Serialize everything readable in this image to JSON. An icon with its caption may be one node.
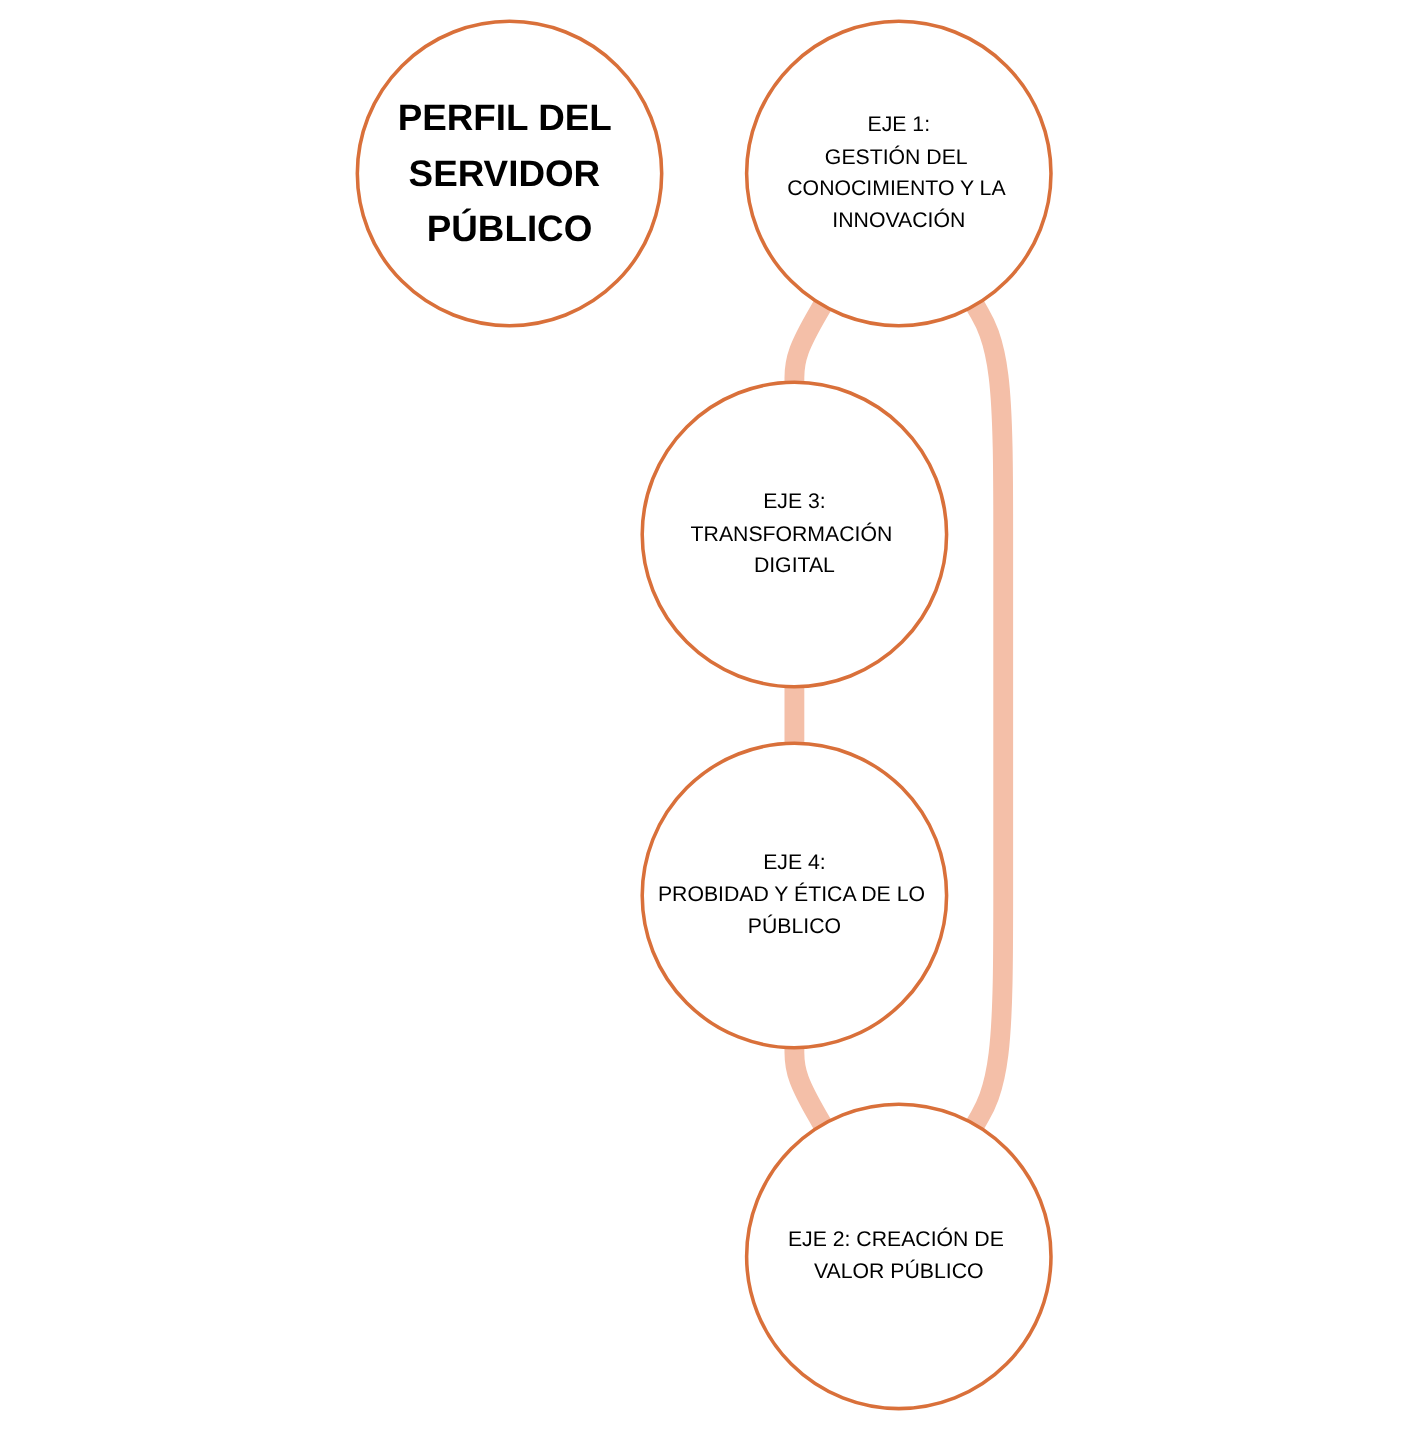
{
  "diagram": {
    "nodes": [
      {
        "text": [
          "PERFIL DEL SERVIDOR PÚBLICO"
        ]
      },
      {
        "text": [
          "EJE 1:",
          "GESTIÓN DEL CONOCIMIENTO Y LA INNOVACIÓN"
        ]
      },
      {
        "text": [
          "EJE 2: CREACIÓN DE VALOR PÚBLICO"
        ]
      },
      {
        "text": [
          "EJE 3:",
          "TRANSFORMACIÓN DIGITAL"
        ]
      },
      {
        "text": [
          "EJE 4:",
          "PROBIDAD Y ÉTICA DE LO PÚBLICO"
        ]
      }
    ],
    "edges": [
      {
        "from": 1,
        "to": 3,
        "arrow": "none"
      },
      {
        "from": 3,
        "to": 4,
        "arrow": "none"
      },
      {
        "from": 4,
        "to": 2,
        "arrow": "none"
      },
      {
        "from": 2,
        "to": 1,
        "arrow": "none"
      }
    ]
  }
}
